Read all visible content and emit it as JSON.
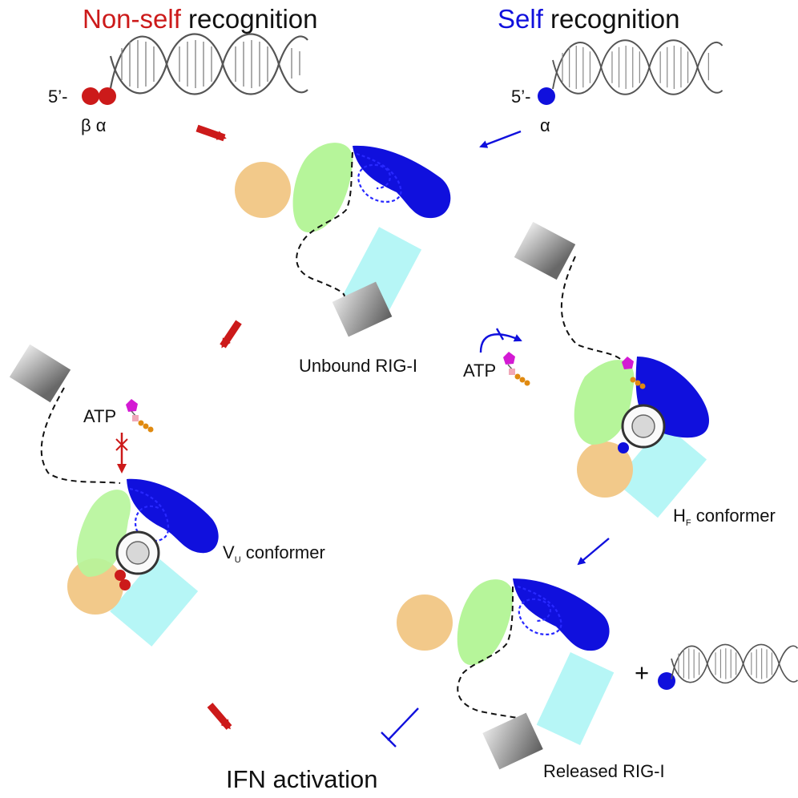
{
  "headers": {
    "nonself_colored": "Non-self",
    "nonself_rest": " recognition",
    "self_colored": "Self",
    "self_rest": " recognition"
  },
  "rna_left": {
    "prime": "5’-",
    "greek": "β α"
  },
  "rna_right": {
    "prime": "5’-",
    "greek": "α"
  },
  "labels": {
    "unbound": "Unbound RIG-I",
    "atp_left": "ATP",
    "atp_right": "ATP",
    "vu_main": "V",
    "vu_sub": "U",
    "vu_rest": " conformer",
    "hf_main": "H",
    "hf_sub": "F",
    "hf_rest": " conformer",
    "released": "Released RIG-I",
    "plus": "+",
    "ifn": "IFN activation"
  },
  "colors": {
    "red": "#cc1a1a",
    "blue": "#1010dd",
    "green": "#b6f59a",
    "tan": "#f2c98a",
    "cyan": "#b6f6f6",
    "gray_dark": "#6a6a6a",
    "gray_light": "#e2e2e2",
    "magenta": "#d31ad3",
    "orange": "#e08a10",
    "pink": "#f0a8b8"
  },
  "icons": [
    "dsRNA-helix-icon",
    "rig-i-protein-icon",
    "atp-molecule-icon",
    "red-arrow-icon",
    "blue-arrow-icon",
    "inhibition-bar-icon",
    "blocked-x-icon"
  ]
}
